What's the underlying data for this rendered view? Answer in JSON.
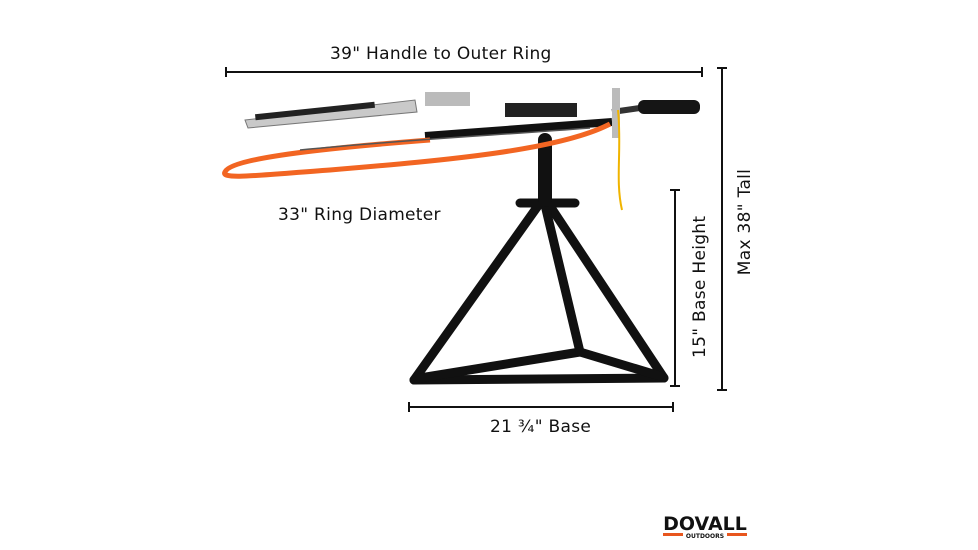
{
  "dimensions": {
    "handle_to_ring": "39\" Handle to Outer Ring",
    "ring_diameter": "33\" Ring Diameter",
    "base_height": "15\" Base Height",
    "max_tall": "Max 38\" Tall",
    "base_width": "21 ¾\" Base"
  },
  "logo": {
    "name": "DOVALL",
    "sub": "OUTDOORS"
  },
  "colors": {
    "ring": "#f26522",
    "frame": "#111111",
    "accent": "#e8561e"
  }
}
